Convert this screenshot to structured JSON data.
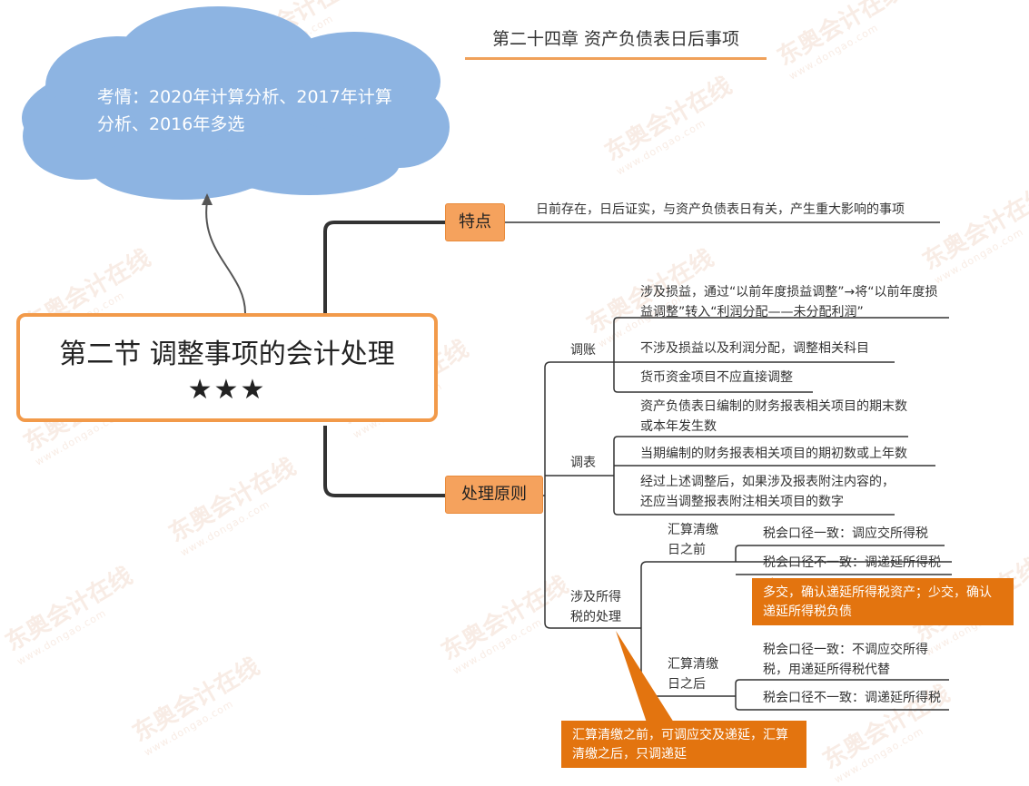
{
  "chapter_title": "第二十四章 资产负债表日后事项",
  "exam_note": "考情：2020年计算分析、2017年计算分析、2016年多选",
  "main": {
    "title": "第二节 调整事项的会计处理",
    "stars": "★★★"
  },
  "features": {
    "label": "特点",
    "text": "日前存在，日后证实，与资产负债表日有关，产生重大影响的事项"
  },
  "principles": {
    "label": "处理原则",
    "adjust_accounts": {
      "label": "调账",
      "items": [
        "涉及损益，通过“以前年度损益调整”→将“以前年度损益调整”转入“利润分配——未分配利润”",
        "不涉及损益以及利润分配，调整相关科目",
        "货币资金项目不应直接调整"
      ]
    },
    "adjust_statements": {
      "label": "调表",
      "items": [
        "资产负债表日编制的财务报表相关项目的期末数或本年发生数",
        "当期编制的财务报表相关项目的期初数或上年数",
        "经过上述调整后，如果涉及报表附注内容的，还应当调整报表附注相关项目的数字"
      ]
    },
    "income_tax": {
      "label": "涉及所得税的处理",
      "before": {
        "label": "汇算清缴日之前",
        "items": [
          "税会口径一致：调应交所得税",
          "税会口径不一致：调递延所得税"
        ]
      },
      "after": {
        "label": "汇算清缴日之后",
        "items": [
          "税会口径一致：不调应交所得税，用递延所得税代替",
          "税会口径不一致：调递延所得税"
        ]
      },
      "callout_deferred": "多交，确认递延所得税资产；少交，确认递延所得税负债",
      "callout_summary": "汇算清缴之前，可调应交及递延，汇算清缴之后，只调递延"
    }
  },
  "watermark": {
    "text": "东奥会计在线",
    "url": "www.dongao.com"
  },
  "colors": {
    "orange_box": "#f5a25d",
    "orange_border": "#f29a4a",
    "callout": "#e3740f",
    "cloud": "#8db4e2",
    "line": "#333333"
  }
}
